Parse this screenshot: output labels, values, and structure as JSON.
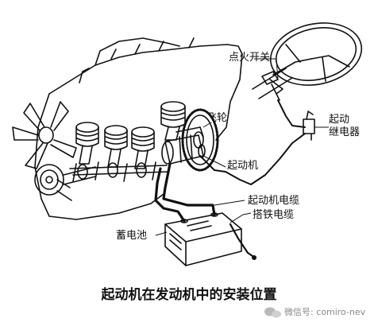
{
  "labels": {
    "ignition_switch": "点火开关",
    "flywheel": "飞轮",
    "starter_relay_line1": "起动",
    "starter_relay_line2": "继电器",
    "starter_motor": "起动机",
    "starter_cable": "起动机电缆",
    "ground_cable": "搭铁电缆",
    "battery": "蓄电池"
  },
  "caption": "起动机在发动机中的安装位置",
  "watermark": "微信号: comiro-nev",
  "icons": {
    "watermark": "wechat-icon"
  },
  "colors": {
    "line": "#111111",
    "background": "#ffffff",
    "watermark": "#888888"
  }
}
